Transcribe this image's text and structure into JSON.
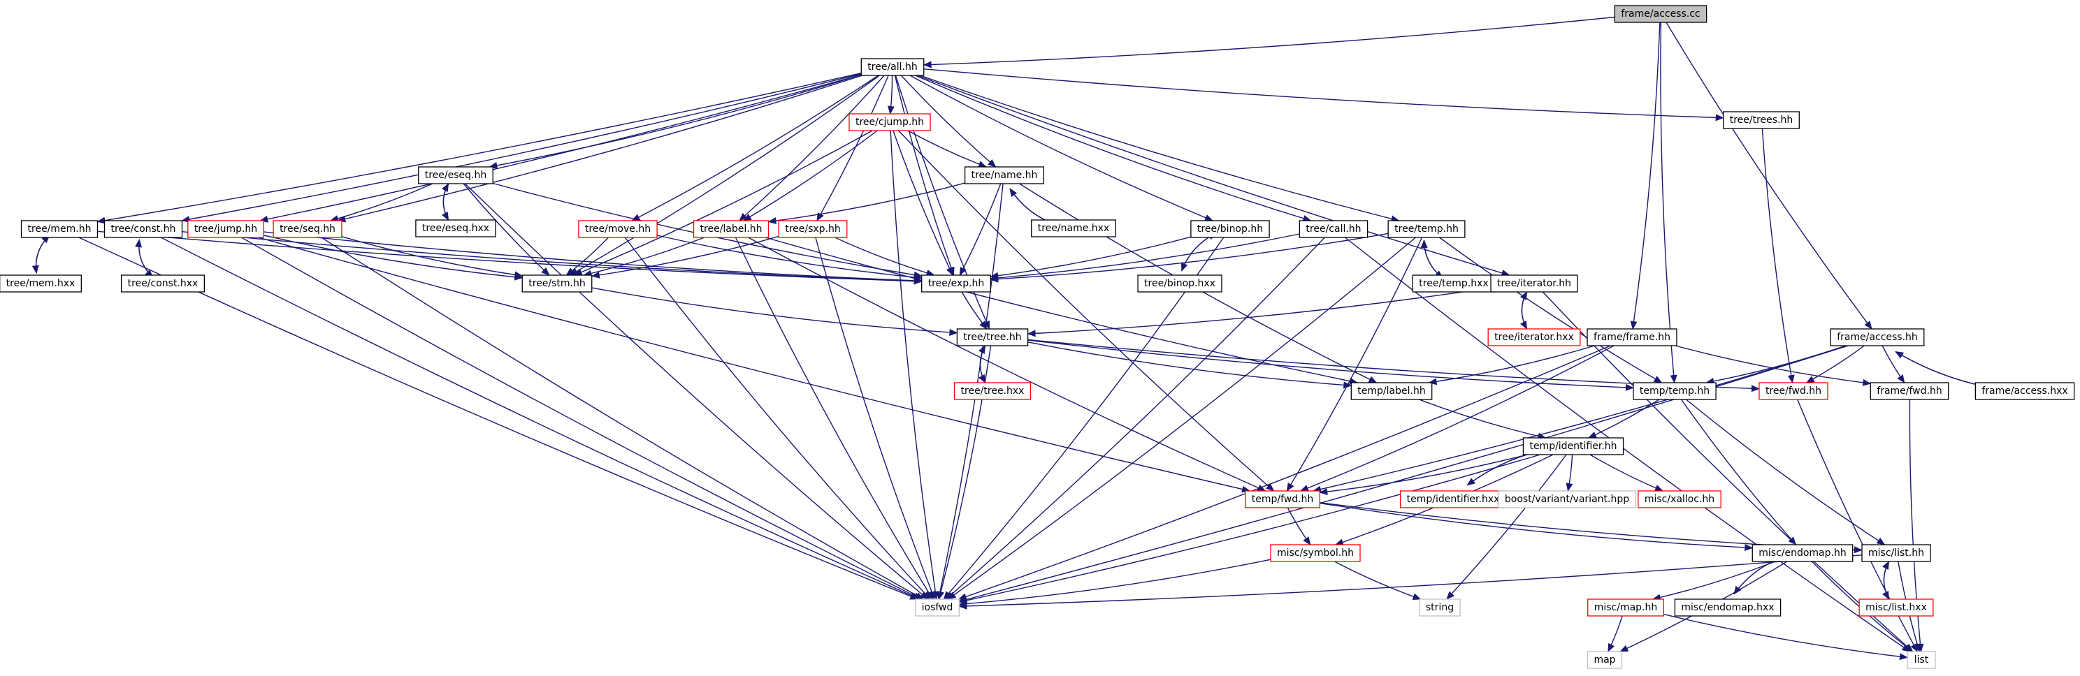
{
  "colors": {
    "background": "#ffffff",
    "edge": "#191970",
    "node_text": "#000000",
    "border_default": "#000000",
    "border_red": "#ff0000",
    "border_gray": "#bfbfbf",
    "fill_root": "#bfbfbf",
    "fill_node": "#ffffff"
  },
  "nodes": [
    {
      "id": "access_cc",
      "label": "frame/access.cc",
      "style": "root"
    },
    {
      "id": "all_hh",
      "label": "tree/all.hh",
      "style": "black"
    },
    {
      "id": "cjump_hh",
      "label": "tree/cjump.hh",
      "style": "red"
    },
    {
      "id": "trees_hh",
      "label": "tree/trees.hh",
      "style": "black"
    },
    {
      "id": "eseq_hh",
      "label": "tree/eseq.hh",
      "style": "black"
    },
    {
      "id": "name_hh",
      "label": "tree/name.hh",
      "style": "black"
    },
    {
      "id": "eseq_hxx",
      "label": "tree/eseq.hxx",
      "style": "black"
    },
    {
      "id": "name_hxx",
      "label": "tree/name.hxx",
      "style": "black"
    },
    {
      "id": "mem_hh",
      "label": "tree/mem.hh",
      "style": "black"
    },
    {
      "id": "const_hh",
      "label": "tree/const.hh",
      "style": "black"
    },
    {
      "id": "jump_hh",
      "label": "tree/jump.hh",
      "style": "red"
    },
    {
      "id": "seq_hh",
      "label": "tree/seq.hh",
      "style": "red"
    },
    {
      "id": "move_hh",
      "label": "tree/move.hh",
      "style": "red"
    },
    {
      "id": "label_hh",
      "label": "tree/label.hh",
      "style": "red"
    },
    {
      "id": "sxp_hh",
      "label": "tree/sxp.hh",
      "style": "red"
    },
    {
      "id": "binop_hh",
      "label": "tree/binop.hh",
      "style": "black"
    },
    {
      "id": "call_hh",
      "label": "tree/call.hh",
      "style": "black"
    },
    {
      "id": "ttemp_hh",
      "label": "tree/temp.hh",
      "style": "black"
    },
    {
      "id": "mem_hxx",
      "label": "tree/mem.hxx",
      "style": "black"
    },
    {
      "id": "const_hxx",
      "label": "tree/const.hxx",
      "style": "black"
    },
    {
      "id": "stm_hh",
      "label": "tree/stm.hh",
      "style": "black"
    },
    {
      "id": "exp_hh",
      "label": "tree/exp.hh",
      "style": "black"
    },
    {
      "id": "binop_hxx",
      "label": "tree/binop.hxx",
      "style": "black"
    },
    {
      "id": "ttemp_hxx",
      "label": "tree/temp.hxx",
      "style": "black"
    },
    {
      "id": "iterator_hh",
      "label": "tree/iterator.hh",
      "style": "black"
    },
    {
      "id": "iterator_hxx",
      "label": "tree/iterator.hxx",
      "style": "red"
    },
    {
      "id": "tree_hh",
      "label": "tree/tree.hh",
      "style": "black"
    },
    {
      "id": "tree_hxx",
      "label": "tree/tree.hxx",
      "style": "red"
    },
    {
      "id": "frame_hh",
      "label": "frame/frame.hh",
      "style": "black"
    },
    {
      "id": "access_hh",
      "label": "frame/access.hh",
      "style": "black"
    },
    {
      "id": "tlabel_hh",
      "label": "temp/label.hh",
      "style": "black"
    },
    {
      "id": "temp_hh",
      "label": "temp/temp.hh",
      "style": "black"
    },
    {
      "id": "treefwd_hh",
      "label": "tree/fwd.hh",
      "style": "red"
    },
    {
      "id": "framefwd_hh",
      "label": "frame/fwd.hh",
      "style": "black"
    },
    {
      "id": "access_hxx",
      "label": "frame/access.hxx",
      "style": "black"
    },
    {
      "id": "identifier_hh",
      "label": "temp/identifier.hh",
      "style": "black"
    },
    {
      "id": "tempfwd_hh",
      "label": "temp/fwd.hh",
      "style": "red"
    },
    {
      "id": "identifier_hxx",
      "label": "temp/identifier.hxx",
      "style": "red"
    },
    {
      "id": "variant_hpp",
      "label": "boost/variant/variant.hpp",
      "style": "gray"
    },
    {
      "id": "xalloc_hh",
      "label": "misc/xalloc.hh",
      "style": "red"
    },
    {
      "id": "symbol_hh",
      "label": "misc/symbol.hh",
      "style": "red"
    },
    {
      "id": "endomap_hh",
      "label": "misc/endomap.hh",
      "style": "black"
    },
    {
      "id": "list_hh",
      "label": "misc/list.hh",
      "style": "black"
    },
    {
      "id": "iosfwd",
      "label": "iosfwd",
      "style": "gray"
    },
    {
      "id": "string",
      "label": "string",
      "style": "gray"
    },
    {
      "id": "map_hh",
      "label": "misc/map.hh",
      "style": "red"
    },
    {
      "id": "endomap_hxx",
      "label": "misc/endomap.hxx",
      "style": "black"
    },
    {
      "id": "list_hxx",
      "label": "misc/list.hxx",
      "style": "red"
    },
    {
      "id": "list",
      "label": "list",
      "style": "gray"
    },
    {
      "id": "map",
      "label": "map",
      "style": "gray"
    }
  ],
  "edges": [
    [
      "access_cc",
      "all_hh"
    ],
    [
      "access_cc",
      "frame_hh"
    ],
    [
      "access_cc",
      "temp_hh"
    ],
    [
      "access_cc",
      "access_hh"
    ],
    [
      "all_hh",
      "trees_hh"
    ],
    [
      "all_hh",
      "cjump_hh"
    ],
    [
      "all_hh",
      "eseq_hh"
    ],
    [
      "all_hh",
      "name_hh"
    ],
    [
      "all_hh",
      "mem_hh"
    ],
    [
      "all_hh",
      "const_hh"
    ],
    [
      "all_hh",
      "jump_hh"
    ],
    [
      "all_hh",
      "seq_hh"
    ],
    [
      "all_hh",
      "move_hh"
    ],
    [
      "all_hh",
      "label_hh"
    ],
    [
      "all_hh",
      "sxp_hh"
    ],
    [
      "all_hh",
      "binop_hh"
    ],
    [
      "all_hh",
      "call_hh"
    ],
    [
      "all_hh",
      "ttemp_hh"
    ],
    [
      "all_hh",
      "iterator_hh"
    ],
    [
      "all_hh",
      "stm_hh"
    ],
    [
      "all_hh",
      "exp_hh"
    ],
    [
      "all_hh",
      "tree_hh"
    ],
    [
      "trees_hh",
      "treefwd_hh"
    ],
    [
      "cjump_hh",
      "name_hh"
    ],
    [
      "cjump_hh",
      "label_hh"
    ],
    [
      "cjump_hh",
      "stm_hh"
    ],
    [
      "cjump_hh",
      "exp_hh"
    ],
    [
      "cjump_hh",
      "tempfwd_hh"
    ],
    [
      "cjump_hh",
      "iosfwd"
    ],
    [
      "eseq_hh",
      "eseq_hxx"
    ],
    [
      "eseq_hxx",
      "eseq_hh"
    ],
    [
      "eseq_hh",
      "seq_hh"
    ],
    [
      "eseq_hh",
      "stm_hh"
    ],
    [
      "eseq_hh",
      "exp_hh"
    ],
    [
      "eseq_hh",
      "iosfwd"
    ],
    [
      "name_hh",
      "name_hxx"
    ],
    [
      "name_hxx",
      "name_hh"
    ],
    [
      "name_hh",
      "label_hh"
    ],
    [
      "name_hh",
      "exp_hh"
    ],
    [
      "name_hh",
      "tlabel_hh"
    ],
    [
      "name_hh",
      "iosfwd"
    ],
    [
      "mem_hh",
      "mem_hxx"
    ],
    [
      "mem_hxx",
      "mem_hh"
    ],
    [
      "mem_hh",
      "exp_hh"
    ],
    [
      "mem_hh",
      "iosfwd"
    ],
    [
      "const_hh",
      "const_hxx"
    ],
    [
      "const_hxx",
      "const_hh"
    ],
    [
      "const_hh",
      "exp_hh"
    ],
    [
      "const_hh",
      "iosfwd"
    ],
    [
      "jump_hh",
      "stm_hh"
    ],
    [
      "jump_hh",
      "exp_hh"
    ],
    [
      "jump_hh",
      "tempfwd_hh"
    ],
    [
      "jump_hh",
      "iosfwd"
    ],
    [
      "seq_hh",
      "stm_hh"
    ],
    [
      "seq_hh",
      "iosfwd"
    ],
    [
      "move_hh",
      "stm_hh"
    ],
    [
      "move_hh",
      "exp_hh"
    ],
    [
      "move_hh",
      "iosfwd"
    ],
    [
      "label_hh",
      "stm_hh"
    ],
    [
      "label_hh",
      "tlabel_hh"
    ],
    [
      "label_hh",
      "tempfwd_hh"
    ],
    [
      "label_hh",
      "iosfwd"
    ],
    [
      "sxp_hh",
      "stm_hh"
    ],
    [
      "sxp_hh",
      "exp_hh"
    ],
    [
      "sxp_hh",
      "iosfwd"
    ],
    [
      "binop_hh",
      "binop_hxx"
    ],
    [
      "binop_hxx",
      "binop_hh"
    ],
    [
      "binop_hh",
      "exp_hh"
    ],
    [
      "binop_hh",
      "iosfwd"
    ],
    [
      "call_hh",
      "exp_hh"
    ],
    [
      "call_hh",
      "iosfwd"
    ],
    [
      "call_hh",
      "list"
    ],
    [
      "ttemp_hh",
      "ttemp_hxx"
    ],
    [
      "ttemp_hxx",
      "ttemp_hh"
    ],
    [
      "ttemp_hh",
      "exp_hh"
    ],
    [
      "ttemp_hh",
      "temp_hh"
    ],
    [
      "ttemp_hh",
      "tempfwd_hh"
    ],
    [
      "ttemp_hh",
      "iosfwd"
    ],
    [
      "iterator_hh",
      "iterator_hxx"
    ],
    [
      "iterator_hxx",
      "iterator_hh"
    ],
    [
      "iterator_hh",
      "tree_hh"
    ],
    [
      "iterator_hh",
      "list"
    ],
    [
      "stm_hh",
      "tree_hh"
    ],
    [
      "exp_hh",
      "tree_hh"
    ],
    [
      "tree_hh",
      "tree_hxx"
    ],
    [
      "tree_hxx",
      "tree_hh"
    ],
    [
      "tree_hh",
      "treefwd_hh"
    ],
    [
      "tree_hh",
      "temp_hh"
    ],
    [
      "tree_hh",
      "tlabel_hh"
    ],
    [
      "tree_hh",
      "iosfwd"
    ],
    [
      "frame_hh",
      "tlabel_hh"
    ],
    [
      "frame_hh",
      "framefwd_hh"
    ],
    [
      "frame_hh",
      "tempfwd_hh"
    ],
    [
      "frame_hh",
      "iosfwd"
    ],
    [
      "access_hh",
      "temp_hh"
    ],
    [
      "access_hh",
      "treefwd_hh"
    ],
    [
      "access_hh",
      "framefwd_hh"
    ],
    [
      "access_hh",
      "access_hxx"
    ],
    [
      "access_hxx",
      "access_hh"
    ],
    [
      "access_hh",
      "tempfwd_hh"
    ],
    [
      "access_hh",
      "iosfwd"
    ],
    [
      "treefwd_hh",
      "list"
    ],
    [
      "framefwd_hh",
      "list"
    ],
    [
      "tlabel_hh",
      "identifier_hh"
    ],
    [
      "temp_hh",
      "identifier_hh"
    ],
    [
      "temp_hh",
      "endomap_hh"
    ],
    [
      "temp_hh",
      "list_hh"
    ],
    [
      "identifier_hh",
      "tempfwd_hh"
    ],
    [
      "identifier_hh",
      "identifier_hxx"
    ],
    [
      "identifier_hxx",
      "identifier_hh"
    ],
    [
      "identifier_hh",
      "variant_hpp"
    ],
    [
      "identifier_hh",
      "xalloc_hh"
    ],
    [
      "identifier_hh",
      "symbol_hh"
    ],
    [
      "identifier_hh",
      "iosfwd"
    ],
    [
      "identifier_hh",
      "string"
    ],
    [
      "tempfwd_hh",
      "symbol_hh"
    ],
    [
      "tempfwd_hh",
      "endomap_hh"
    ],
    [
      "tempfwd_hh",
      "list_hh"
    ],
    [
      "symbol_hh",
      "iosfwd"
    ],
    [
      "symbol_hh",
      "string"
    ],
    [
      "endomap_hh",
      "map_hh"
    ],
    [
      "endomap_hh",
      "endomap_hxx"
    ],
    [
      "endomap_hxx",
      "endomap_hh"
    ],
    [
      "endomap_hh",
      "map"
    ],
    [
      "endomap_hh",
      "list"
    ],
    [
      "list_hh",
      "list_hxx"
    ],
    [
      "list_hxx",
      "list_hh"
    ],
    [
      "list_hh",
      "list"
    ],
    [
      "list_hh",
      "iosfwd"
    ],
    [
      "map_hh",
      "map"
    ],
    [
      "map_hh",
      "list"
    ]
  ]
}
